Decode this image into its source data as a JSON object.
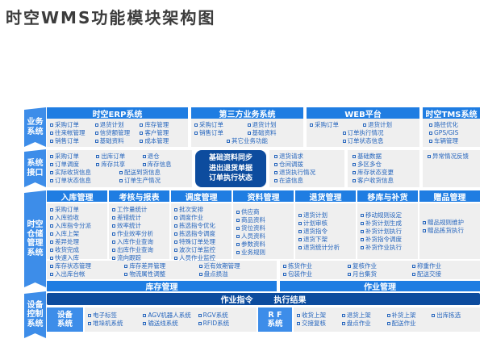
{
  "title": "时空WMS功能模块架构图",
  "colors": {
    "blue": "#1f7de2",
    "lightblue": "#3d8de9",
    "navy": "#0d4c9e",
    "gray": "#efefef",
    "itemtext": "#2565bd",
    "titletext": "#3c3c3c"
  },
  "sidebar": {
    "items": [
      "业务\n系统",
      "系统\n接口",
      "时空\n仓储\n管理\n系统",
      "设备\n控制\n系统"
    ]
  },
  "business_row": {
    "panels": [
      {
        "header": "时空ERP系统",
        "items": [
          "采购订单",
          "退货计划",
          "库存管理",
          "往来帐管理",
          "信贷额管理",
          "客户管理",
          "销售订单",
          "基础资料",
          "成本管理"
        ]
      },
      {
        "header": "第三方业务系统",
        "items": [
          "采购订单",
          "退货计划",
          "销售订单",
          "基础资料",
          "其它业务功能"
        ]
      },
      {
        "header": "WEB平台",
        "items": [
          "采购订单",
          "退货计划",
          "订单执行情况",
          "订单状态信息"
        ]
      },
      {
        "header": "时空TMS系统",
        "items": [
          "路径优化",
          "GPS/GIS",
          "车辆管理"
        ]
      }
    ]
  },
  "interface_row": {
    "erp_box": [
      "采购订单",
      "出库订单",
      "退仓",
      "订单调度",
      "库存共享",
      "库存信息",
      "实际收货信息",
      "配送到货信息",
      "订单状态信息",
      "订单生产情况"
    ],
    "highlight": [
      "基础资料同步",
      "进出退货单据",
      "订单执行状态"
    ],
    "return_box": [
      "退货请求",
      "仓间调拨",
      "退货执行情况",
      "在途信息"
    ],
    "base_box": [
      "基础数据",
      "多区多仓",
      "库存状态变更",
      "客户收货信息"
    ],
    "exception_box": [
      "异常情况反馈"
    ]
  },
  "wms": {
    "columns": [
      {
        "header": "入库管理",
        "items": [
          "采购订单",
          "入库验收",
          "入库指令分派",
          "入库上架",
          "差异处理",
          "收货完成",
          "快速入库"
        ]
      },
      {
        "header": "考核与报表",
        "items": [
          "工作量统计",
          "差错统计",
          "效率统计",
          "作业效率分析",
          "入库作业查询",
          "出库作业查询",
          "流向跟踪"
        ]
      },
      {
        "header": "调度管理",
        "items": [
          "批次安排",
          "调度作业",
          "拣选指令优化",
          "拣选指令调度",
          "特殊订单处理",
          "波次订单监控",
          "人员作业监控"
        ]
      },
      {
        "header": "资料管理",
        "items": [
          "供应商",
          "商品资料",
          "货位资料",
          "人员资料",
          "参数资料",
          "业务规则"
        ]
      },
      {
        "header": "退货管理",
        "items": [
          "退货计划",
          "计划审核",
          "退货指令",
          "退货下架",
          "退货统计分析"
        ]
      },
      {
        "header": "移库与补货",
        "items": [
          "移动规则设定",
          "补货计划生成",
          "补货计划执行",
          "补货指令调度",
          "补货作业执行"
        ]
      },
      {
        "header": "赠品管理",
        "items": [
          "赠品规则维护",
          "赠品拣货执行"
        ]
      }
    ],
    "inventory_box": [
      "库存状态管理",
      "库存差异管理",
      "近有效期管理",
      "入出库台帐",
      "物流属性调整",
      "盘点损溢"
    ],
    "inventory_label": "库存管理",
    "operation_box": [
      "拣货作业",
      "复核作业",
      "称重作业",
      "包装作业",
      "月台集货",
      "配送交接"
    ],
    "operation_label": "作业管理",
    "command_bar": {
      "left": "作业指令",
      "right": "执行结果"
    }
  },
  "device_row": {
    "device_label": "设备\n系统",
    "device_items": [
      "电子标签",
      "AGV机器人系统",
      "RGV系统",
      "堆垛机系统",
      "输送线系统",
      "RFID系统"
    ],
    "rf_label": "R F\n系统",
    "rf_items": [
      "收货上架",
      "退货上架",
      "补货上架",
      "出库拣选",
      "交接复核",
      "盘点作业",
      "配送作业"
    ]
  }
}
